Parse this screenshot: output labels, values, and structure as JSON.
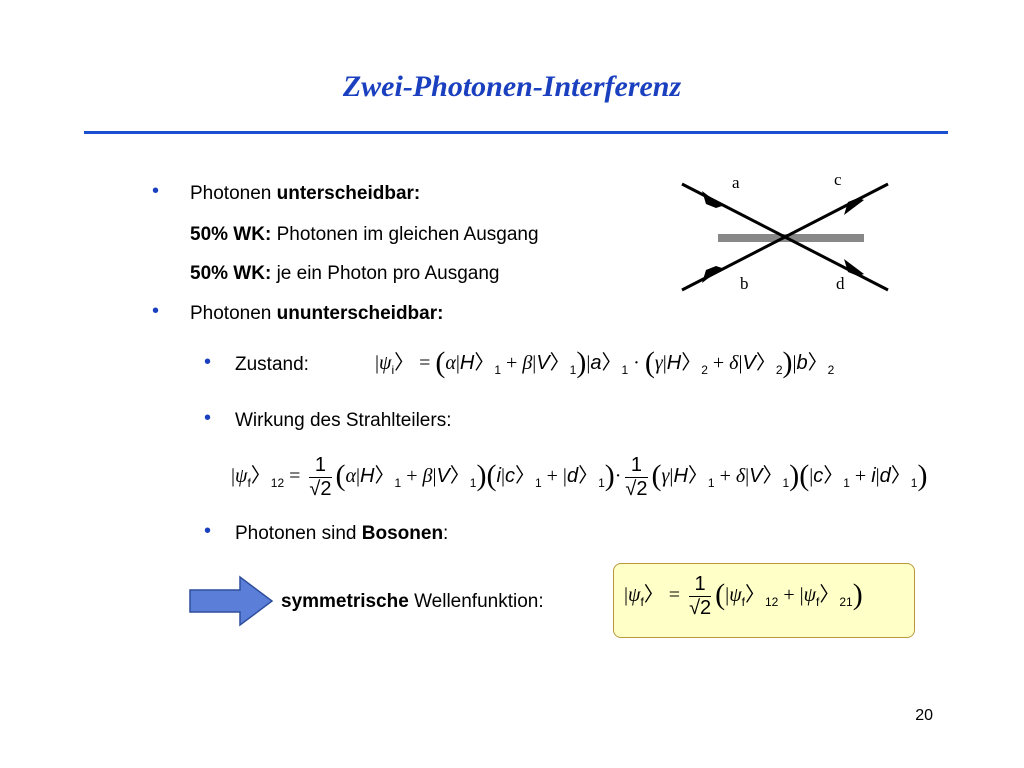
{
  "slide": {
    "title": "Zwei-Photonen-Interferenz",
    "page_number": "20",
    "accent_color": "#1a3fbf"
  },
  "bullets": {
    "bullet_glyph": "•",
    "item1": {
      "prefix": "Photonen ",
      "bold": "unterscheidbar:",
      "line1_bold": "50% WK:",
      "line1_text": " Photonen im gleichen Ausgang",
      "line2_bold": "50% WK:",
      "line2_text": " je ein Photon pro Ausgang"
    },
    "item2": {
      "prefix": "Photonen ",
      "bold": "ununterscheidbar:"
    },
    "sub1": {
      "label": "Zustand:"
    },
    "sub2": {
      "label": "Wirkung des Strahlteilers:"
    },
    "sub3": {
      "prefix": "Photonen sind ",
      "bold": "Bosonen",
      "suffix": ":"
    }
  },
  "conclusion": {
    "bold": "symmetrische",
    "text": " Wellenfunktion:",
    "arrow_color": "#5b7fd9"
  },
  "diagram": {
    "labels": {
      "a": "a",
      "b": "b",
      "c": "c",
      "d": "d"
    },
    "beamsplitter_color": "#888888"
  }
}
